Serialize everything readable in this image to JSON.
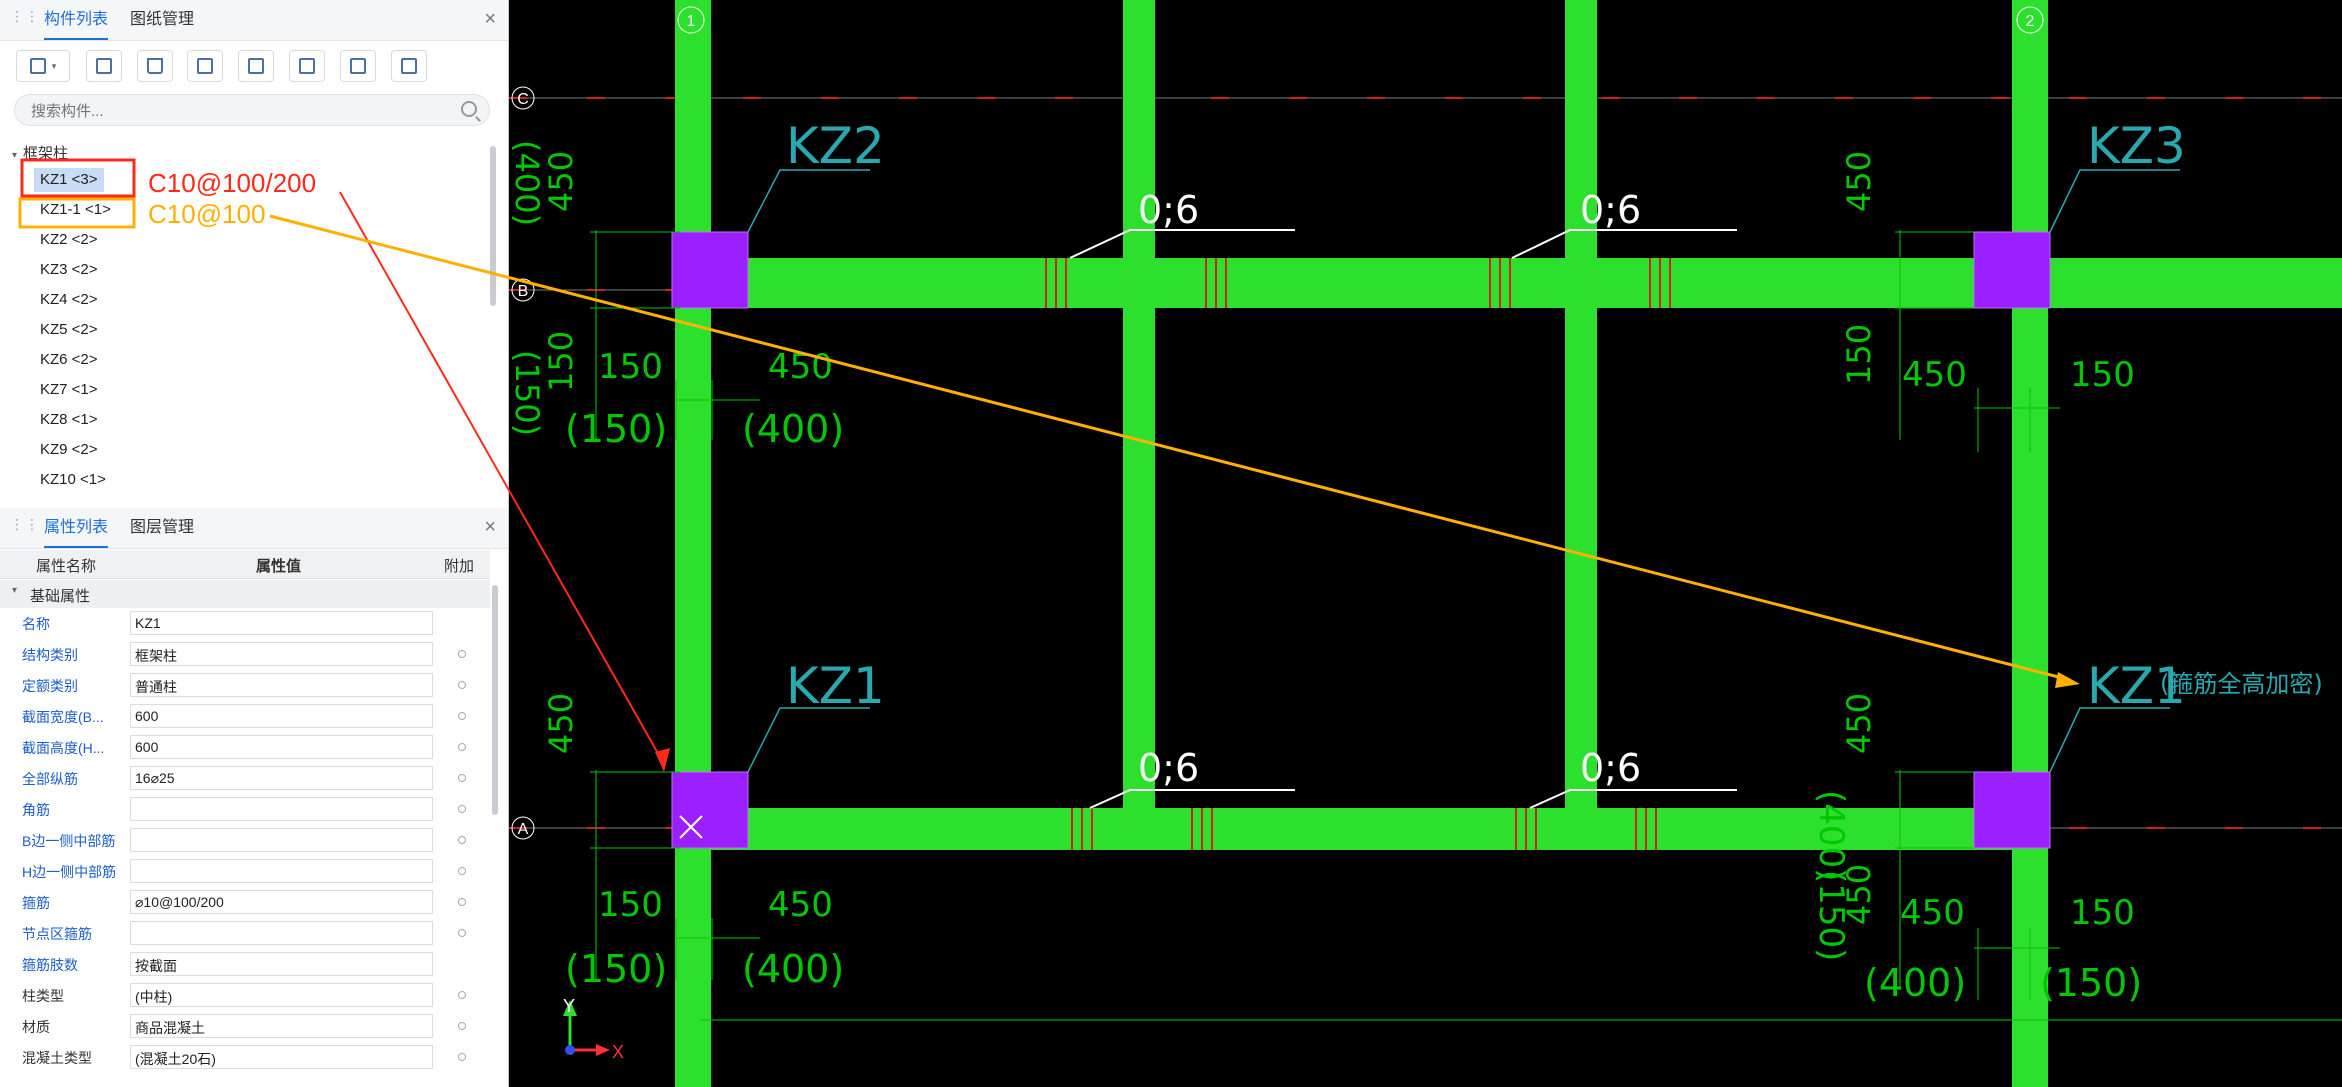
{
  "component_panel": {
    "tabs": [
      "构件列表",
      "图纸管理"
    ],
    "search_placeholder": "搜索构件...",
    "group": "框架柱",
    "items": [
      "KZ1 <3>",
      "KZ1-1 <1>",
      "KZ2 <2>",
      "KZ3 <2>",
      "KZ4 <2>",
      "KZ5 <2>",
      "KZ6 <2>",
      "KZ7 <1>",
      "KZ8 <1>",
      "KZ9 <2>",
      "KZ10 <1>"
    ],
    "selected_index": 0
  },
  "property_panel": {
    "tabs": [
      "属性列表",
      "图层管理"
    ],
    "columns": [
      "属性名称",
      "属性值",
      "附加"
    ],
    "section": "基础属性",
    "rows": [
      {
        "name": "名称",
        "value": "KZ1"
      },
      {
        "name": "结构类别",
        "value": "框架柱"
      },
      {
        "name": "定额类别",
        "value": "普通柱"
      },
      {
        "name": "截面宽度(B...",
        "value": "600"
      },
      {
        "name": "截面高度(H...",
        "value": "600"
      },
      {
        "name": "全部纵筋",
        "value": "16⌀25"
      },
      {
        "name": "角筋",
        "value": ""
      },
      {
        "name": "B边一侧中部筋",
        "value": ""
      },
      {
        "name": "H边一侧中部筋",
        "value": ""
      },
      {
        "name": "箍筋",
        "value": "⌀10@100/200"
      },
      {
        "name": "节点区箍筋",
        "value": ""
      },
      {
        "name": "箍筋肢数",
        "value": "按截面"
      },
      {
        "name": "柱类型",
        "value": "(中柱)"
      },
      {
        "name": "材质",
        "value": "商品混凝土"
      },
      {
        "name": "混凝土类型",
        "value": "(混凝土20石)"
      }
    ]
  },
  "annotations": {
    "red_label": "C10@100/200",
    "yellow_label": "C10@100",
    "red_color": "#ff2a1a",
    "yellow_color": "#ffb000"
  },
  "drawing": {
    "axis_numbers": [
      "1",
      "2"
    ],
    "axis_letters": [
      "C",
      "B",
      "A"
    ],
    "column_labels": [
      "KZ2",
      "KZ3",
      "KZ1",
      "KZ1"
    ],
    "kz1_note": "(箍筋全高加密)",
    "beam_marks": [
      "0;6",
      "0;6",
      "0;6",
      "0;6"
    ],
    "dims": [
      "450",
      "450",
      "150",
      "450",
      "450",
      "450",
      "150",
      "150",
      "150",
      "450",
      "450",
      "450",
      "150",
      "450",
      "150"
    ],
    "dims_paren": [
      "(400)",
      "(150)",
      "(400)",
      "(150)",
      "(400)",
      "(150)",
      "(400)",
      "(150)",
      "(400)",
      "(150)"
    ],
    "ucs_x": "X",
    "ucs_y": "Y",
    "colors": {
      "beam": "#2ee02e",
      "column": "#9b1fff",
      "dim": "#00c800",
      "axis": "#00a000",
      "label": "#2aa8b0"
    }
  }
}
